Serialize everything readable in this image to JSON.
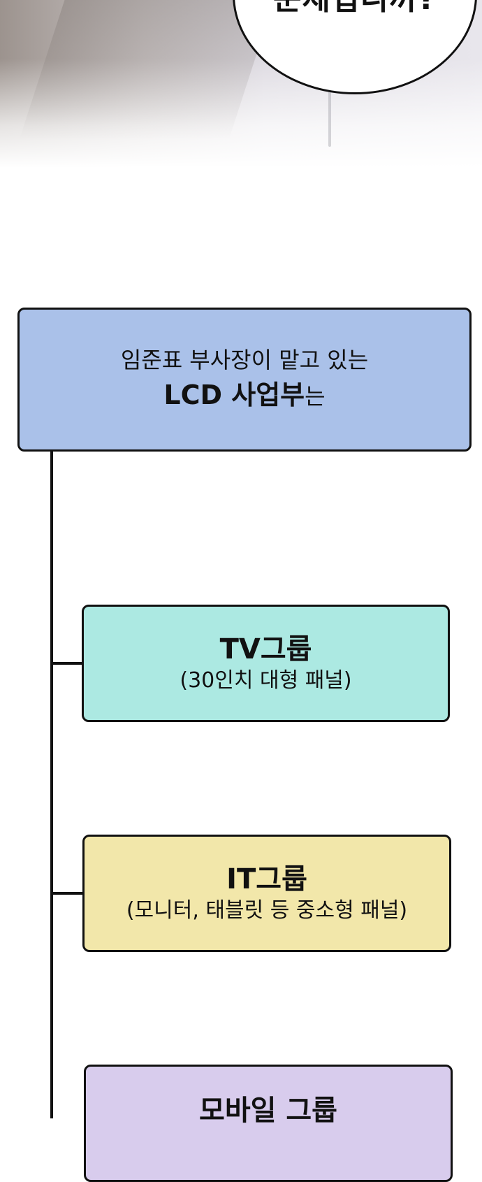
{
  "speech_bubble": {
    "text": "문제입니까?"
  },
  "root": {
    "line1": "임준표 부사장이 맡고 있는",
    "line2_bold": "LCD 사업부",
    "line2_suffix": "는"
  },
  "groups": [
    {
      "title": "TV그룹",
      "subtitle": "(30인치 대형 패널)"
    },
    {
      "title": "IT그룹",
      "subtitle": "(모니터, 태블릿 등 중소형 패널)"
    },
    {
      "title": "모바일 그룹",
      "subtitle": ""
    }
  ],
  "colors": {
    "root_fill": "#aac1e9",
    "tv_fill": "#ace9e2",
    "it_fill": "#f2e7aa",
    "mobile_fill": "#d8cced",
    "outline": "#111111"
  }
}
